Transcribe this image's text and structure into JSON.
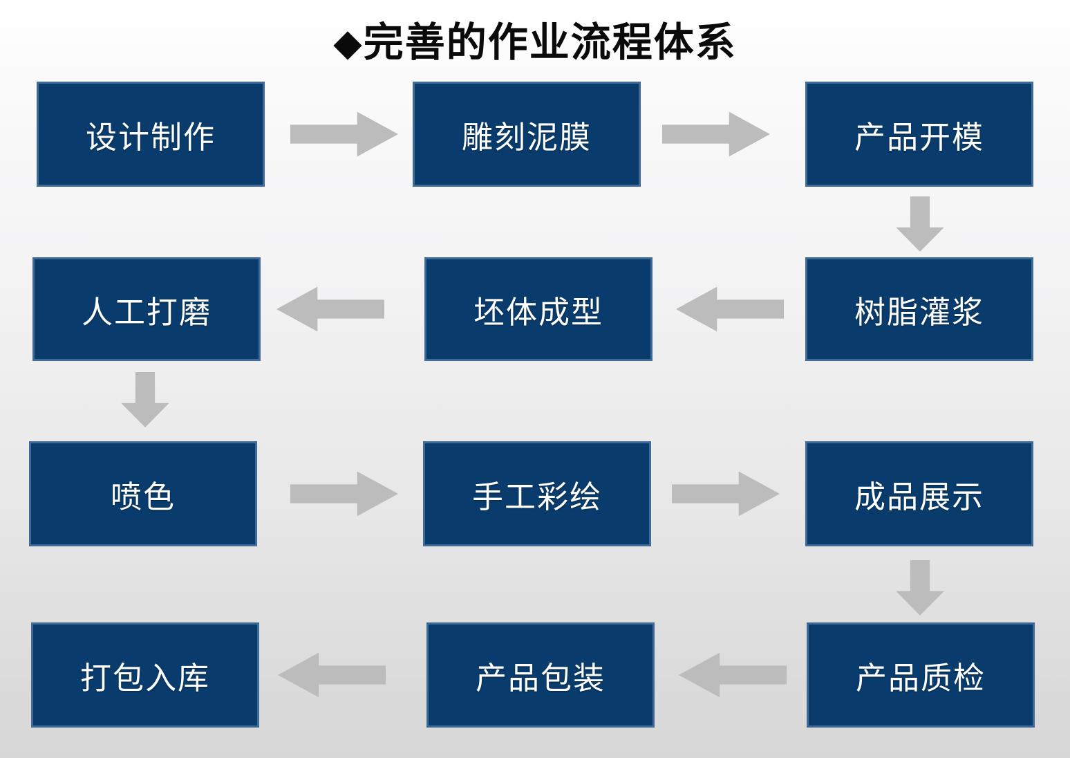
{
  "title": {
    "prefix": "◆",
    "text": "完善的作业流程体系"
  },
  "boxes": [
    {
      "label": "设计制作"
    },
    {
      "label": "雕刻泥膜"
    },
    {
      "label": "产品开模"
    },
    {
      "label": "人工打磨"
    },
    {
      "label": "坯体成型"
    },
    {
      "label": "树脂灌浆"
    },
    {
      "label": "喷色"
    },
    {
      "label": "手工彩绘"
    },
    {
      "label": "成品展示"
    },
    {
      "label": "打包入库"
    },
    {
      "label": "产品包装"
    },
    {
      "label": "产品质检"
    }
  ],
  "flow_order": [
    "设计制作",
    "雕刻泥膜",
    "产品开模",
    "树脂灌浆",
    "坯体成型",
    "人工打磨",
    "喷色",
    "手工彩绘",
    "成品展示",
    "产品质检",
    "产品包装",
    "打包入库"
  ],
  "arrows": [
    {
      "from": "设计制作",
      "to": "雕刻泥膜",
      "direction": "right"
    },
    {
      "from": "雕刻泥膜",
      "to": "产品开模",
      "direction": "right"
    },
    {
      "from": "产品开模",
      "to": "树脂灌浆",
      "direction": "down"
    },
    {
      "from": "树脂灌浆",
      "to": "坯体成型",
      "direction": "left"
    },
    {
      "from": "坯体成型",
      "to": "人工打磨",
      "direction": "left"
    },
    {
      "from": "人工打磨",
      "to": "喷色",
      "direction": "down"
    },
    {
      "from": "喷色",
      "to": "手工彩绘",
      "direction": "right"
    },
    {
      "from": "手工彩绘",
      "to": "成品展示",
      "direction": "right"
    },
    {
      "from": "成品展示",
      "to": "产品质检",
      "direction": "down"
    },
    {
      "from": "产品质检",
      "to": "产品包装",
      "direction": "left"
    },
    {
      "from": "产品包装",
      "to": "打包入库",
      "direction": "left"
    }
  ],
  "colors": {
    "box_fill": "#093c6c",
    "box_border": "#3f6b96",
    "box_text": "#ffffff",
    "arrow": "#bcbcbc",
    "title_text": "#0a0a0a",
    "background_top": "#ffffff",
    "background_bottom": "#d7d7d7"
  }
}
